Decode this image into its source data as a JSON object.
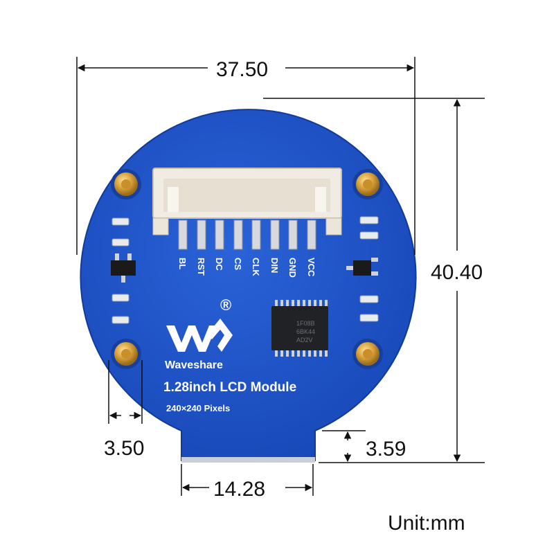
{
  "dimensions": {
    "width": "37.50",
    "height": "40.40",
    "hole_offset": "3.50",
    "bottom_step": "3.59",
    "bottom_width": "14.28",
    "unit": "Unit:mm"
  },
  "board": {
    "brand": "Waveshare",
    "registered": "®",
    "title": "1.28inch LCD Module",
    "subtitle": "240×240 Pixels",
    "pins": [
      "BL",
      "RST",
      "DC",
      "CS",
      "CLK",
      "DIN",
      "GND",
      "VCC"
    ],
    "chip_marking": [
      "1F08B",
      "6BK44",
      "AD2V"
    ],
    "board_color": "#1f55c9",
    "accent_color": "#ffffff"
  }
}
